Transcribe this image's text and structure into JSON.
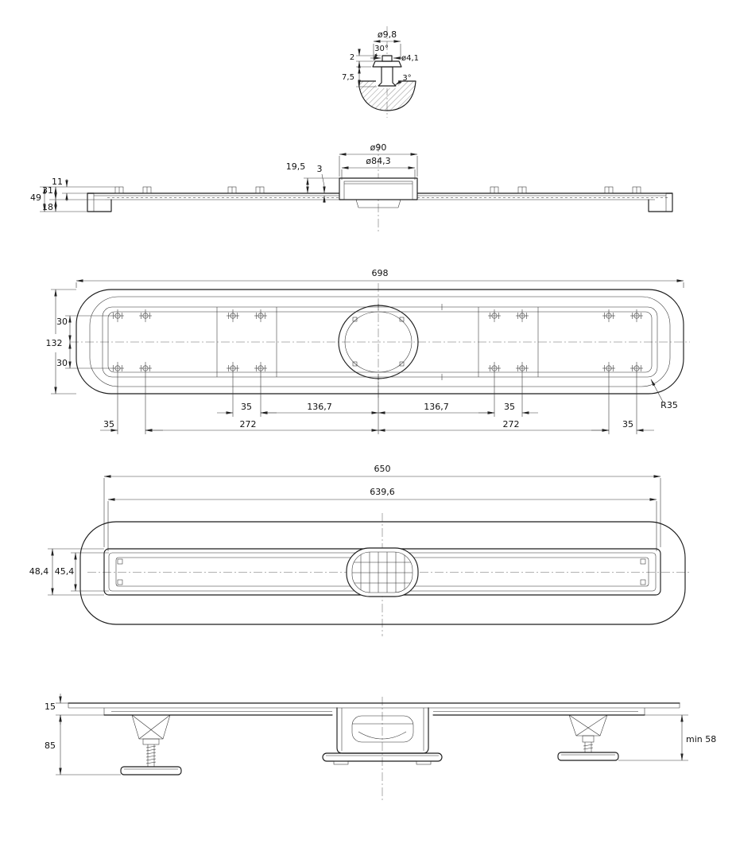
{
  "detail_view": {
    "dia_98": "ø9,8",
    "angle_30": "30°",
    "dia_41": "ø4,1",
    "dim_2": "2",
    "dim_7_5": "7,5",
    "angle_3": "3°"
  },
  "section_view": {
    "dia_90": "ø90",
    "dia_84_3": "ø84,3",
    "dim_19_5": "19,5",
    "dim_3": "3",
    "dim_11": "11",
    "dim_31": "31",
    "dim_49": "49",
    "dim_18": "18"
  },
  "plan_view": {
    "dim_698": "698",
    "dim_132": "132",
    "dim_30_top": "30",
    "dim_30_bottom": "30",
    "dim_35_inner_left": "35",
    "dim_136_7_left": "136,7",
    "dim_136_7_right": "136,7",
    "dim_35_inner_right": "35",
    "dim_35_outer_left": "35",
    "dim_272_left": "272",
    "dim_272_right": "272",
    "dim_35_outer_right": "35",
    "radius": "R35"
  },
  "grate_view": {
    "dim_650": "650",
    "dim_639_6": "639,6",
    "dim_48_4": "48,4",
    "dim_45_4": "45,4"
  },
  "elevation_view": {
    "dim_15": "15",
    "dim_85": "85",
    "dim_min_58": "min 58"
  }
}
